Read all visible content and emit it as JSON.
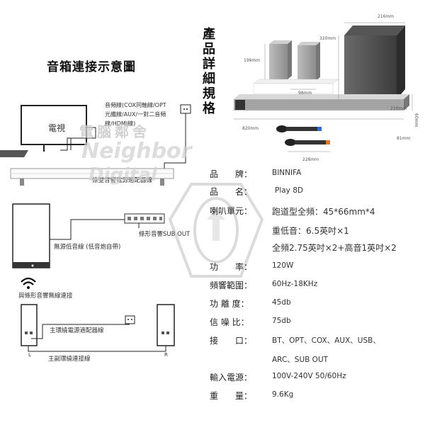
{
  "left": {
    "title": "音箱連接示意圖",
    "tv_label": "電視",
    "cable_note_1": "音頻線(COX同軸線/OPT",
    "cable_note_2": "光纖線/AUX/一對二音頻",
    "cable_note_3": "線/HDMI線)",
    "power_adapter_note": "條型音響電源適配器線",
    "sub_out_note": "條形音響SUB OUT",
    "subwoofer_note": "無源低音線 (低音炮自帶)",
    "wireless_note": "與條形音響無線連接",
    "surround_power_note": "主環繞電源適配器線",
    "surround_link_note": "主副環繞連接線",
    "left_speaker_mark": "L",
    "right_speaker_mark": "R"
  },
  "watermark": {
    "line1": "電腦鄰舍",
    "line2": "Neighbor",
    "line3": "Digital"
  },
  "product": {
    "title_chars": [
      "產",
      "品",
      "詳",
      "細",
      "規",
      "格"
    ],
    "dims": {
      "sub_width": "216mm",
      "sub_height": "320mm",
      "sat_height": "199mm",
      "sat_width": "98mm",
      "sub_depth": "210mm",
      "bar_length": "820mm",
      "bar_height": "60mm",
      "bar_depth": "81mm",
      "mic_length": "228mm"
    }
  },
  "specs": [
    {
      "label": "品　　牌：",
      "value": "BINNIFA"
    },
    {
      "label": "品　　名：",
      "value": "Play 8D"
    },
    {
      "label": "喇叭單元：",
      "value": "跑道型全頻：45*66mm*4"
    },
    {
      "label": "",
      "value": "重低音：6.5英吋×1"
    },
    {
      "label": "",
      "value": "全頻2.75英吋×2+高音1英吋×2"
    },
    {
      "label": "功　　率：",
      "value": "120W"
    },
    {
      "label": "頻響範圍：",
      "value": "60Hz-18KHz"
    },
    {
      "label": "功 離 度：",
      "value": "45db"
    },
    {
      "label": "信 噪 比：",
      "value": "75db"
    },
    {
      "label": "接　　口：",
      "value": "BT、OPT、COX、AUX、USB、"
    },
    {
      "label": "",
      "value": "ARC、SUB OUT"
    },
    {
      "label": "輸入電源：",
      "value": "100V-240V 50/60Hz"
    },
    {
      "label": "重　　量：",
      "value": "9.6Kg"
    }
  ]
}
